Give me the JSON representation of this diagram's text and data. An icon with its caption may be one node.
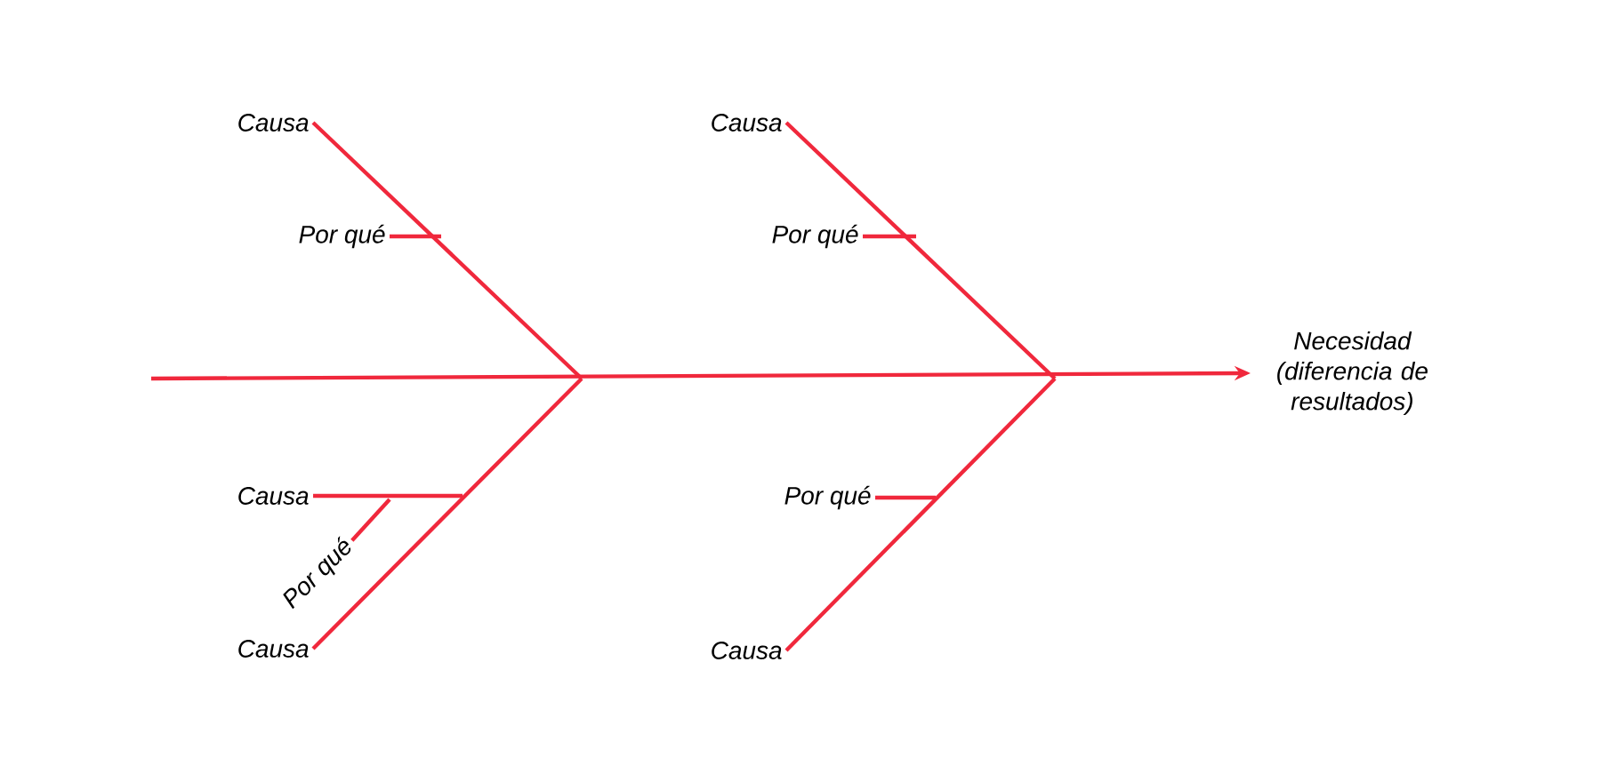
{
  "diagram": {
    "nodes": [
      {
        "text": [
          "Causa"
        ]
      },
      {
        "text": [
          "Por qué"
        ]
      },
      {
        "text": [
          "Causa"
        ]
      },
      {
        "text": [
          "Por qué"
        ]
      },
      {
        "text": [
          "Necesidad (diferencia de resultados)"
        ]
      },
      {
        "text": [
          "Causa"
        ]
      },
      {
        "text": [
          "Por qué"
        ]
      },
      {
        "text": [
          "Causa"
        ]
      },
      {
        "text": [
          "Por qué"
        ]
      },
      {
        "text": [
          "Causa"
        ]
      }
    ],
    "edges": [
      {
        "from": null,
        "to": 4,
        "arrow": "to"
      },
      {
        "from": 0,
        "to": null,
        "arrow": "none"
      },
      {
        "from": 1,
        "to": null,
        "arrow": "none"
      },
      {
        "from": 2,
        "to": null,
        "arrow": "none"
      },
      {
        "from": 3,
        "to": null,
        "arrow": "none"
      },
      {
        "from": 5,
        "to": null,
        "arrow": "none"
      },
      {
        "from": 6,
        "to": null,
        "arrow": "none"
      },
      {
        "from": 7,
        "to": null,
        "arrow": "none"
      },
      {
        "from": 8,
        "to": null,
        "arrow": "none"
      },
      {
        "from": 9,
        "to": null,
        "arrow": "none"
      }
    ]
  }
}
